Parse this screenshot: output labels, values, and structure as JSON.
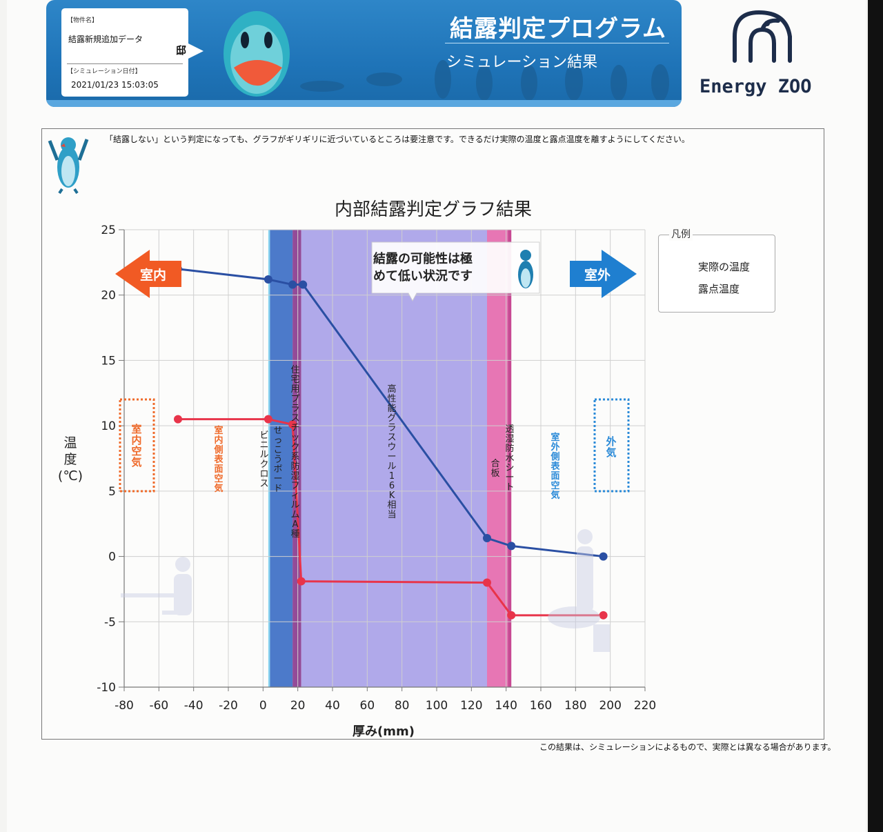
{
  "header": {
    "property_label": "【物件名】",
    "property_name": "結露新規追加データ",
    "property_suffix": "邸",
    "date_label": "【シミュレーション日付】",
    "date_value": "2021/01/23 15:03:05",
    "title": "結露判定プログラム",
    "subtitle": "シミュレーション結果",
    "brand": "Energy ZOO"
  },
  "note": "「結露しない」という判定になっても、グラフがギリギリに近づいているところは要注意です。できるだけ実際の温度と露点温度を離すようにしてください。",
  "disclaimer": "この結果は、シミュレーションによるもので、実際とは異なる場合があります。",
  "legend": {
    "title": "凡例",
    "actual": "実際の温度",
    "dew": "露点温度"
  },
  "chart_data": {
    "type": "line",
    "title": "内部結露判定グラフ結果",
    "xlabel": "厚み(mm)",
    "ylabel": "温度(℃)",
    "xlim": [
      -80,
      220
    ],
    "ylim": [
      -10,
      25
    ],
    "xticks": [
      -80,
      -60,
      -40,
      -20,
      0,
      20,
      40,
      60,
      80,
      100,
      120,
      140,
      160,
      180,
      200,
      220
    ],
    "yticks": [
      -10,
      -5,
      0,
      5,
      10,
      15,
      20,
      25
    ],
    "grid": true,
    "legend_position": "right",
    "series": [
      {
        "name": "実際の温度",
        "color": "#2a4fa3",
        "x": [
          -49,
          3,
          17,
          23,
          129,
          143,
          196
        ],
        "y": [
          22.0,
          21.2,
          20.8,
          20.8,
          1.4,
          0.8,
          0.0
        ]
      },
      {
        "name": "露点温度",
        "color": "#e8344a",
        "x": [
          -49,
          3,
          17,
          22,
          129,
          143,
          196
        ],
        "y": [
          10.5,
          10.5,
          10.1,
          -1.9,
          -2.0,
          -4.5,
          -4.5
        ]
      }
    ],
    "layers": [
      {
        "label": "ビニルクロス",
        "x0": 3,
        "x1": 4,
        "color": "#7fd0ef"
      },
      {
        "label": "せっこうボード",
        "x0": 4,
        "x1": 17,
        "color": "#3d6fc6"
      },
      {
        "label": "住宅用プラスチック系防湿フィルムA種",
        "x0": 17,
        "x1": 22,
        "color": "#8a3c8f"
      },
      {
        "label": "高性能グラスウール16K相当",
        "x0": 22,
        "x1": 129,
        "color": "#a9a2e8"
      },
      {
        "label": "合板",
        "x0": 129,
        "x1": 141,
        "color": "#e56aae"
      },
      {
        "label": "透湿防水シート",
        "x0": 141,
        "x1": 143,
        "color": "#c23a8a"
      }
    ],
    "zone_labels": [
      {
        "text": "室内空気",
        "side": "left",
        "color": "#ef6a2a"
      },
      {
        "text": "室内側表面空気",
        "color": "#ef6a2a"
      },
      {
        "text": "室外側表面空気",
        "color": "#2a8ad8"
      },
      {
        "text": "外気",
        "side": "right",
        "color": "#2a8ad8"
      }
    ],
    "arrows": {
      "indoor": "室内",
      "outdoor": "室外"
    },
    "callout": "結露の可能性は極めて低い状況です"
  }
}
